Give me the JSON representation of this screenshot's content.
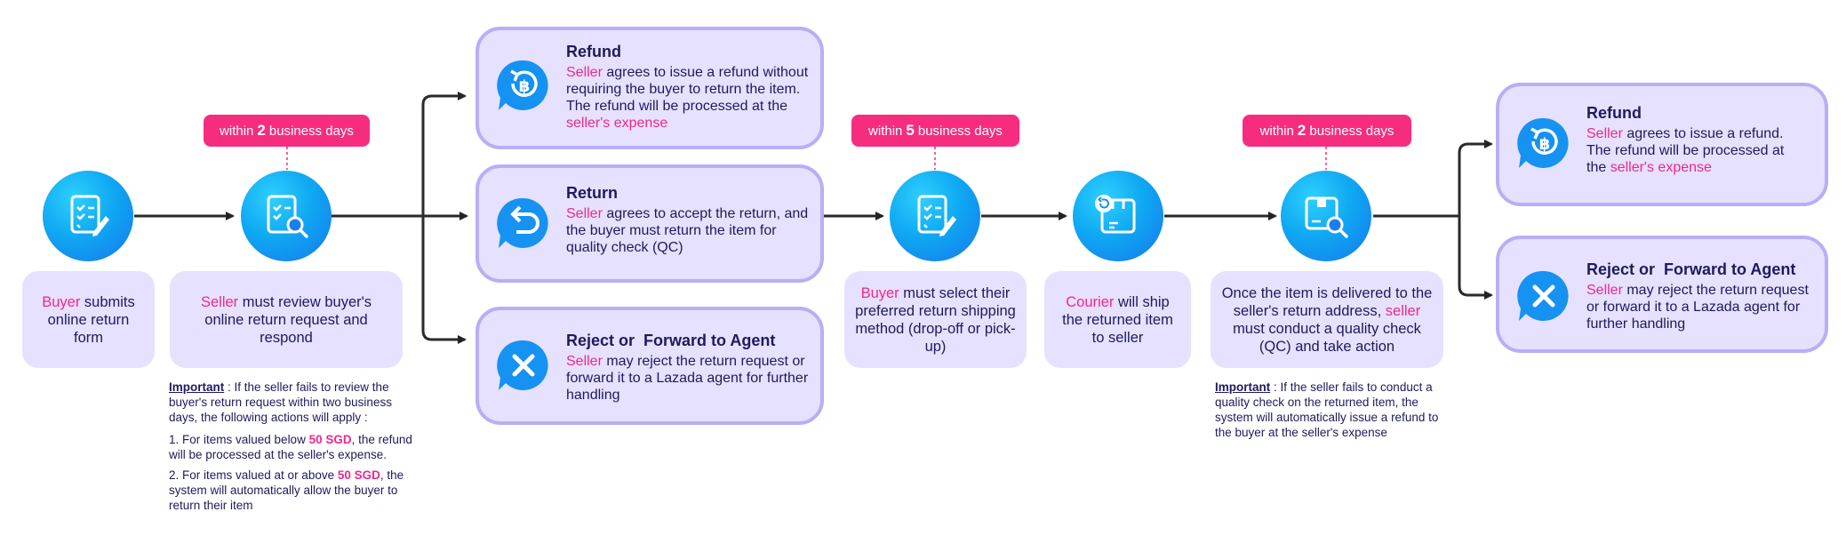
{
  "colors": {
    "accent_pink": "#f0288c",
    "pill": "#f62d7f",
    "card_bg": "#e6e1fe",
    "card_border": "#b8aef7",
    "text_dark": "#1e1a5e",
    "icon_blue": "#1592f2"
  },
  "steps": {
    "submit": {
      "icon": "form-edit-icon",
      "hl": "Buyer",
      "rest": " submits online return form"
    },
    "review": {
      "icon": "form-search-icon",
      "hl": "Seller",
      "rest": " must review buyer's online return request and respond"
    },
    "select": {
      "icon": "form-edit-icon",
      "hl": "Buyer",
      "rest": " must select their preferred return shipping method (drop-off or pick-up)"
    },
    "ship": {
      "icon": "return-package-icon",
      "hl": "Courier",
      "rest": " will ship the returned item to seller"
    },
    "qc": {
      "icon": "package-search-icon",
      "pre": "Once the item is delivered to the seller's return address, ",
      "hl": "seller",
      "rest": " must conduct a quality check (QC) and take action"
    }
  },
  "pills": {
    "p1": {
      "pre": "within",
      "num": "2",
      "post": "business days"
    },
    "p2": {
      "pre": "within",
      "num": "5",
      "post": "business days"
    },
    "p3": {
      "pre": "within",
      "num": "2",
      "post": "business days"
    }
  },
  "cards": {
    "refund1": {
      "icon": "refund-baht-icon",
      "title": "Refund",
      "hl": "Seller",
      "text": " agrees to issue a refund without requiring the buyer to return the item. The refund will be processed at the ",
      "hl2": "seller's expense"
    },
    "return": {
      "icon": "return-arrow-icon",
      "title": "Return",
      "hl": "Seller",
      "text": " agrees to accept the return, and the buyer must return the item for quality check (QC)"
    },
    "reject1": {
      "icon": "close-icon",
      "title": "Reject or  Forward to Agent",
      "hl": "Seller",
      "text": " may reject the return request or forward it to a Lazada agent for further handling"
    },
    "refund2": {
      "icon": "refund-baht-icon",
      "title": "Refund",
      "hl": "Seller",
      "text": " agrees to issue a refund. The refund will be processed at the ",
      "hl2": "seller's expense"
    },
    "reject2": {
      "icon": "close-icon",
      "title": "Reject or  Forward to Agent",
      "hl": "Seller",
      "text": " may reject the return request or forward it to a Lazada agent for further handling"
    }
  },
  "note1": {
    "label": "Important",
    "intro": " : If the seller fails to review the buyer's return request within two business days, the following actions will apply :",
    "i1_pre": "1. For items valued below ",
    "i1_hl": "50 SGD",
    "i1_post": ", the refund will be processed at the seller's expense.",
    "i2_pre": "2. For items valued at or above ",
    "i2_hl": "50 SGD",
    "i2_post": ", the system will automatically allow the buyer to return their item"
  },
  "note2": {
    "label": "Important",
    "text": " : If the seller fails to conduct a quality check on the returned item, the system will automatically issue a refund to the buyer at the seller's expense"
  }
}
